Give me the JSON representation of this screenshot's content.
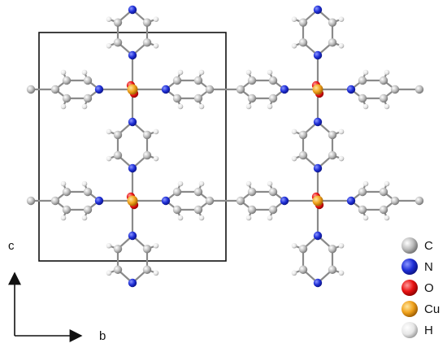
{
  "axes": {
    "vertical": "c",
    "horizontal": "b"
  },
  "legend": [
    {
      "symbol": "C",
      "label": "C",
      "color": "#b4b4b4"
    },
    {
      "symbol": "N",
      "label": "N",
      "color": "#1f2fd6"
    },
    {
      "symbol": "O",
      "label": "O",
      "color": "#e81212"
    },
    {
      "symbol": "Cu",
      "label": "Cu",
      "color": "#f0a21c"
    },
    {
      "symbol": "H",
      "label": "H",
      "color": "#e4e4e4"
    }
  ],
  "colors": {
    "bond": "#8a8a8a",
    "cell_edge": "#111111"
  }
}
